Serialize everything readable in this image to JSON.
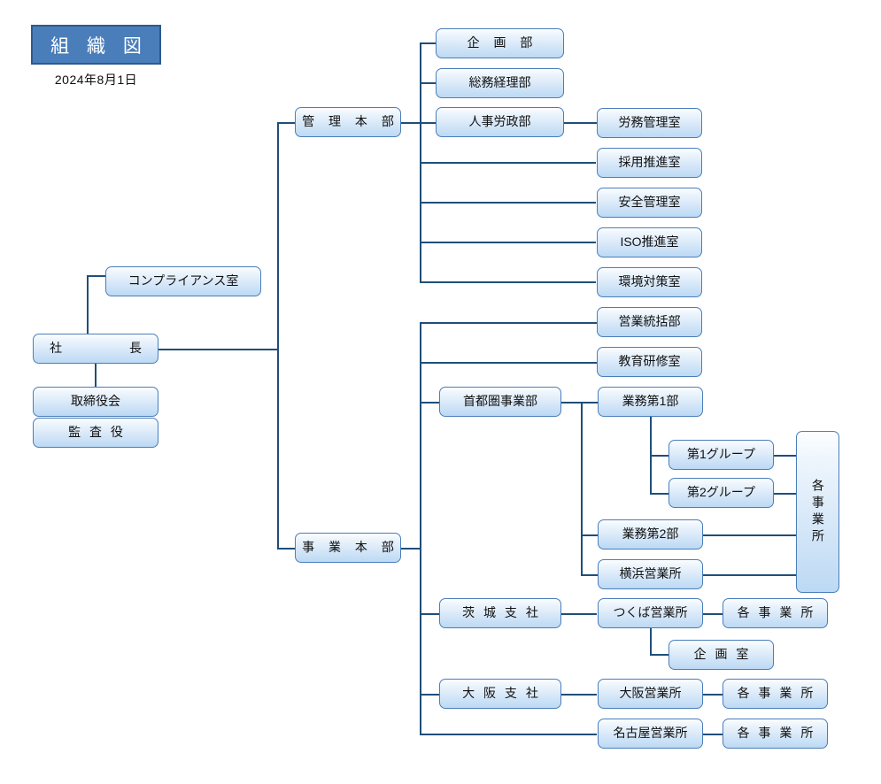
{
  "header": {
    "title": "組 織 図",
    "date": "2024年8月1日"
  },
  "colors": {
    "title_fill": "#4a7ebb",
    "title_border": "#2e5a8c",
    "node_border": "#4a7ebb",
    "line": "#1f4e79",
    "node_fill_top": "#fdfeff",
    "node_fill_bottom": "#bcd9f4"
  },
  "nodes": {
    "compliance": "コンプライアンス室",
    "president": "社　　長",
    "board": "取締役会",
    "auditor": "監 査 役",
    "admin_hq": "管 理 本 部",
    "planning_dept": "企 画 部",
    "general_affairs": "総務経理部",
    "hr_labor": "人事労政部",
    "labor_mgmt_office": "労務管理室",
    "recruit_office": "採用推進室",
    "safety_office": "安全管理室",
    "iso_office": "ISO推進室",
    "env_office": "環境対策室",
    "business_hq": "事 業 本 部",
    "sales_control": "営業統括部",
    "training_office": "教育研修室",
    "metro_div": "首都圏事業部",
    "ops_dept1": "業務第1部",
    "group1": "第1グループ",
    "group2": "第2グループ",
    "ops_dept2": "業務第2部",
    "yokohama_office": "横浜営業所",
    "each_site_vertical": "各事業所",
    "ibaraki_branch": "茨 城 支 社",
    "tsukuba_office": "つくば営業所",
    "each_site_tsukuba": "各 事 業 所",
    "planning_office": "企 画 室",
    "osaka_branch": "大 阪 支 社",
    "osaka_office": "大阪営業所",
    "each_site_osaka": "各 事 業 所",
    "nagoya_office": "名古屋営業所",
    "each_site_nagoya": "各 事 業 所"
  }
}
